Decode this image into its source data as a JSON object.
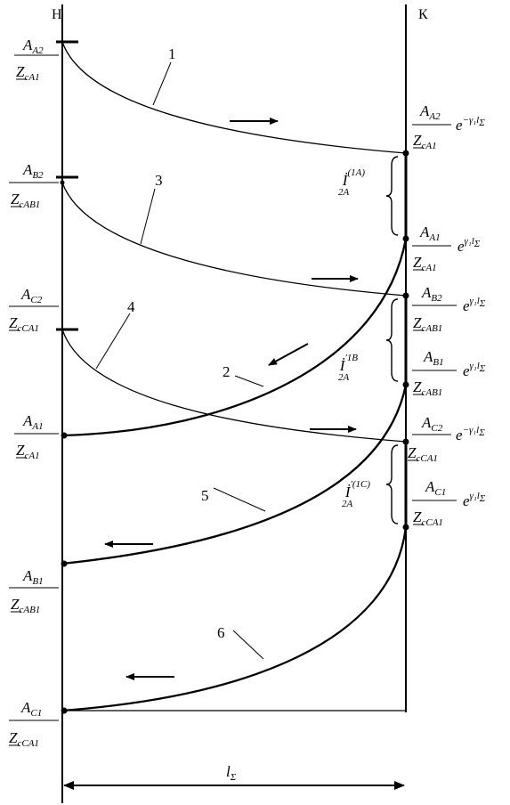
{
  "header": {
    "left_end": "Н",
    "right_end": "К"
  },
  "curves": [
    {
      "number": "1"
    },
    {
      "number": "2"
    },
    {
      "number": "3"
    },
    {
      "number": "4"
    },
    {
      "number": "5"
    },
    {
      "number": "6"
    }
  ],
  "left_labels": {
    "AA2": {
      "num_main": "A",
      "num_sub": "A2",
      "den_main": "Z",
      "den_sub": "cA1"
    },
    "AB2": {
      "num_main": "A",
      "num_sub": "B2",
      "den_main": "Z",
      "den_sub": "cAB1"
    },
    "AC2": {
      "num_main": "A",
      "num_sub": "C2",
      "den_main": "Z",
      "den_sub": "cCA1"
    },
    "AA1": {
      "num_main": "A",
      "num_sub": "A1",
      "den_main": "Z",
      "den_sub": "cA1"
    },
    "AB1": {
      "num_main": "A",
      "num_sub": "B1",
      "den_main": "Z",
      "den_sub": "cAB1"
    },
    "AC1": {
      "num_main": "A",
      "num_sub": "C1",
      "den_main": "Z",
      "den_sub": "cCA1"
    }
  },
  "right_labels": {
    "AA2": {
      "num_main": "A",
      "num_sub": "A2",
      "den_main": "Z",
      "den_sub": "cA1",
      "exp": "e",
      "exp_sup": "−γ₁l",
      "exp_sup_sub": "Σ"
    },
    "AA1": {
      "num_main": "A",
      "num_sub": "A1",
      "den_main": "Z",
      "den_sub": "cA1",
      "exp": "e",
      "exp_sup": "γ₁l",
      "exp_sup_sub": "Σ"
    },
    "AB2": {
      "num_main": "A",
      "num_sub": "B2",
      "den_main": "Z",
      "den_sub": "cAB1",
      "exp": "e",
      "exp_sup": "γ₁l",
      "exp_sup_sub": "Σ"
    },
    "AB1": {
      "num_main": "A",
      "num_sub": "B1",
      "den_main": "Z",
      "den_sub": "cAB1",
      "exp": "e",
      "exp_sup": "γ₁l",
      "exp_sup_sub": "Σ"
    },
    "AC2": {
      "num_main": "A",
      "num_sub": "C2",
      "den_main": "Z",
      "den_sub": "cCA1",
      "exp": "e",
      "exp_sup": "−γ₁l",
      "exp_sup_sub": "Σ"
    },
    "AC1": {
      "num_main": "A",
      "num_sub": "C1",
      "den_main": "Z",
      "den_sub": "cCA1",
      "exp": "e",
      "exp_sup": "γ₁l",
      "exp_sup_sub": "Σ"
    }
  },
  "currents": {
    "I1A": {
      "main": "İ",
      "sub": "2A",
      "sup": "(1A)"
    },
    "I1B": {
      "main": "İ",
      "sub": "2A",
      "sup": "'1B"
    },
    "I1C": {
      "main": "İ",
      "sub": "2A",
      "sup": "'(1C)"
    }
  },
  "length_label": {
    "main": "l",
    "sub": "Σ"
  }
}
